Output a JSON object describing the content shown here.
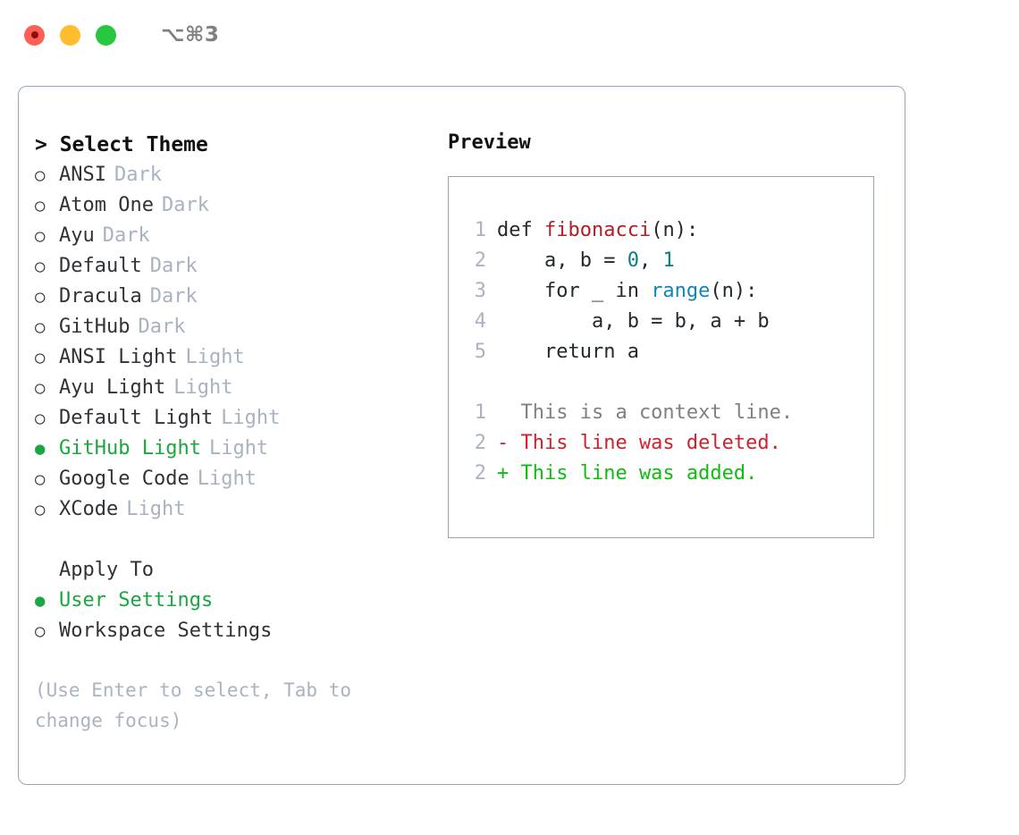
{
  "window": {
    "shortcut": "⌥⌘3",
    "traffic_lights": [
      "close",
      "minimize",
      "maximize"
    ],
    "colors": {
      "close": "#fe6056",
      "minimize": "#febc2e",
      "maximize": "#27c840",
      "accent_green": "#1aa640",
      "panel_border": "#9aa5b4",
      "muted": "#a8b2c0"
    }
  },
  "theme_picker": {
    "header": "> Select Theme",
    "header_prefix": ">",
    "header_label": "Select Theme",
    "marker_unselected": "○",
    "marker_selected": "●",
    "items": [
      {
        "marker": "○",
        "label": "ANSI",
        "suffix": "Dark",
        "selected": false
      },
      {
        "marker": "○",
        "label": "Atom One",
        "suffix": "Dark",
        "selected": false
      },
      {
        "marker": "○",
        "label": "Ayu",
        "suffix": "Dark",
        "selected": false
      },
      {
        "marker": "○",
        "label": "Default",
        "suffix": "Dark",
        "selected": false
      },
      {
        "marker": "○",
        "label": "Dracula",
        "suffix": "Dark",
        "selected": false
      },
      {
        "marker": "○",
        "label": "GitHub",
        "suffix": "Dark",
        "selected": false
      },
      {
        "marker": "○",
        "label": "ANSI Light",
        "suffix": "Light",
        "selected": false
      },
      {
        "marker": "○",
        "label": "Ayu Light",
        "suffix": "Light",
        "selected": false
      },
      {
        "marker": "○",
        "label": "Default Light",
        "suffix": "Light",
        "selected": false
      },
      {
        "marker": "●",
        "label": "GitHub Light",
        "suffix": "Light",
        "selected": true
      },
      {
        "marker": "○",
        "label": "Google Code",
        "suffix": "Light",
        "selected": false
      },
      {
        "marker": "○",
        "label": "XCode",
        "suffix": "Light",
        "selected": false
      }
    ]
  },
  "apply_to": {
    "header": "Apply To",
    "items": [
      {
        "marker": "●",
        "label": "User Settings",
        "selected": true
      },
      {
        "marker": "○",
        "label": "Workspace Settings",
        "selected": false
      }
    ]
  },
  "hint": "(Use Enter to select, Tab to change focus)",
  "preview": {
    "title": "Preview",
    "code_lines": [
      {
        "lineno": "1",
        "tokens": [
          {
            "text": "def ",
            "kind": "plain"
          },
          {
            "text": "fibonacci",
            "kind": "func"
          },
          {
            "text": "(n):",
            "kind": "plain"
          }
        ]
      },
      {
        "lineno": "2",
        "tokens": [
          {
            "text": "    a, b = ",
            "kind": "plain"
          },
          {
            "text": "0",
            "kind": "num"
          },
          {
            "text": ", ",
            "kind": "plain"
          },
          {
            "text": "1",
            "kind": "num"
          }
        ]
      },
      {
        "lineno": "3",
        "tokens": [
          {
            "text": "    for _ in ",
            "kind": "plain"
          },
          {
            "text": "range",
            "kind": "kwfn"
          },
          {
            "text": "(n):",
            "kind": "plain"
          }
        ]
      },
      {
        "lineno": "4",
        "tokens": [
          {
            "text": "        a, b = b, a + b",
            "kind": "plain"
          }
        ]
      },
      {
        "lineno": "5",
        "tokens": [
          {
            "text": "    return a",
            "kind": "plain"
          }
        ]
      }
    ],
    "diff_lines": [
      {
        "lineno": "1",
        "text": "  This is a context line.",
        "kind": "ctx"
      },
      {
        "lineno": "2",
        "text": "- This line was deleted.",
        "kind": "del"
      },
      {
        "lineno": "2",
        "text": "+ This line was added.",
        "kind": "add"
      }
    ]
  }
}
